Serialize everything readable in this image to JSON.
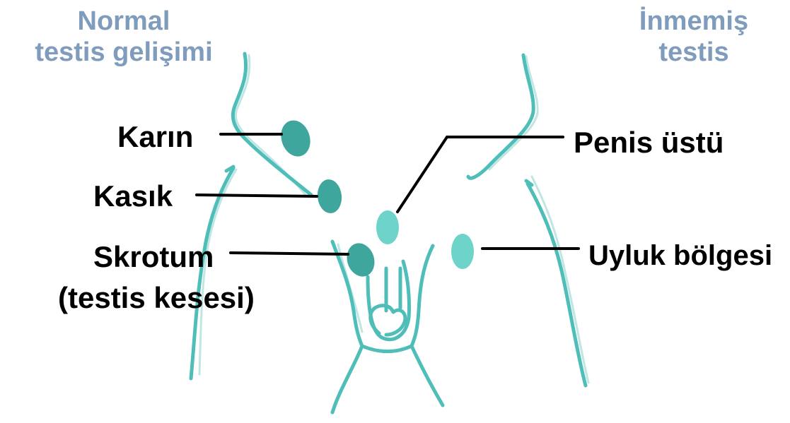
{
  "headings": {
    "normal_line1": "Normal",
    "normal_line2": "testis gelişimi",
    "undescended_line1": "İnmemiş",
    "undescended_line2": "testis"
  },
  "labels": {
    "abdomen": "Karın",
    "groin": "Kasık",
    "scrotum": "Skrotum",
    "scrotum_note": "(testis kesesi)",
    "above_penis": "Penis üstü",
    "thigh": "Uyluk bölgesi"
  },
  "colors": {
    "heading": "#7f9cbd",
    "label": "#000000",
    "outline": "#4fbdb8",
    "outline_light": "#bfe6e3",
    "testis_normal": "#3ea69d",
    "testis_undescended": "#6ed4ca",
    "leader_line": "#000000"
  }
}
